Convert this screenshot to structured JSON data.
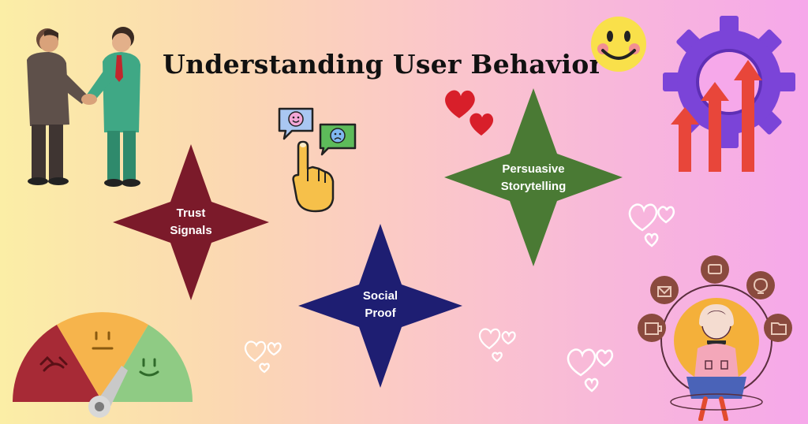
{
  "title": "Understanding User Behavior",
  "stars": [
    {
      "id": "trust-signals",
      "line1": "Trust",
      "line2": "Signals",
      "color": "#7b1a2a"
    },
    {
      "id": "social-proof",
      "line1": "Social",
      "line2": "Proof",
      "color": "#1e1e72"
    },
    {
      "id": "persuasive-storytelling",
      "line1": "Persuasive",
      "line2": "Storytelling",
      "color": "#4a7a34"
    }
  ],
  "icons": [
    "handshake-icon",
    "smiley-icon",
    "gear-growth-icon",
    "feedback-bubbles-icon",
    "hearts-icon",
    "satisfaction-gauge-icon",
    "remote-worker-icon"
  ],
  "colors": {
    "background_left": "#fbeea6",
    "background_right": "#f6a8ea",
    "gauge_red": "#a72a36",
    "gauge_amber": "#f6b44c",
    "gauge_green": "#8fcb84"
  }
}
